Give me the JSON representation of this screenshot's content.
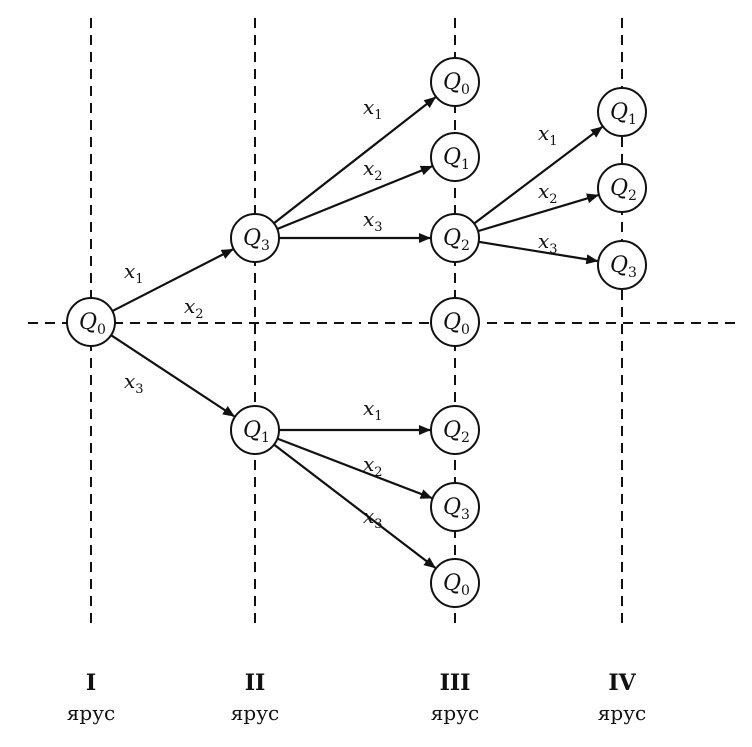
{
  "tiers": [
    {
      "numeral": "I",
      "word": "ярус"
    },
    {
      "numeral": "II",
      "word": "ярус"
    },
    {
      "numeral": "III",
      "word": "ярус"
    },
    {
      "numeral": "IV",
      "word": "ярус"
    }
  ],
  "nodes": [
    {
      "id": "n0",
      "letter": "Q",
      "sub": "0"
    },
    {
      "id": "n1",
      "letter": "Q",
      "sub": "3"
    },
    {
      "id": "n2",
      "letter": "Q",
      "sub": "1"
    },
    {
      "id": "n3",
      "letter": "Q",
      "sub": "0"
    },
    {
      "id": "n4",
      "letter": "Q",
      "sub": "1"
    },
    {
      "id": "n5",
      "letter": "Q",
      "sub": "2"
    },
    {
      "id": "n6",
      "letter": "Q",
      "sub": "0"
    },
    {
      "id": "n7",
      "letter": "Q",
      "sub": "2"
    },
    {
      "id": "n8",
      "letter": "Q",
      "sub": "3"
    },
    {
      "id": "n9",
      "letter": "Q",
      "sub": "0"
    },
    {
      "id": "n10",
      "letter": "Q",
      "sub": "1"
    },
    {
      "id": "n11",
      "letter": "Q",
      "sub": "2"
    },
    {
      "id": "n12",
      "letter": "Q",
      "sub": "3"
    }
  ],
  "edges": [
    {
      "from": "n0",
      "to": "n1",
      "letter": "x",
      "sub": "1"
    },
    {
      "from": "n0",
      "to": "n2",
      "letter": "x",
      "sub": "3"
    },
    {
      "from": "n1",
      "to": "n3",
      "letter": "x",
      "sub": "1"
    },
    {
      "from": "n1",
      "to": "n4",
      "letter": "x",
      "sub": "2"
    },
    {
      "from": "n1",
      "to": "n5",
      "letter": "x",
      "sub": "3"
    },
    {
      "from": "n2",
      "to": "n7",
      "letter": "x",
      "sub": "1"
    },
    {
      "from": "n2",
      "to": "n8",
      "letter": "x",
      "sub": "2"
    },
    {
      "from": "n2",
      "to": "n9",
      "letter": "x",
      "sub": "3"
    },
    {
      "from": "n5",
      "to": "n10",
      "letter": "x",
      "sub": "1"
    },
    {
      "from": "n5",
      "to": "n11",
      "letter": "x",
      "sub": "2"
    },
    {
      "from": "n5",
      "to": "n12",
      "letter": "x",
      "sub": "3"
    }
  ],
  "free_labels": [
    {
      "id": "x2-mid",
      "letter": "x",
      "sub": "2"
    }
  ],
  "colors": {
    "ink": "#111111",
    "background": "#ffffff"
  }
}
